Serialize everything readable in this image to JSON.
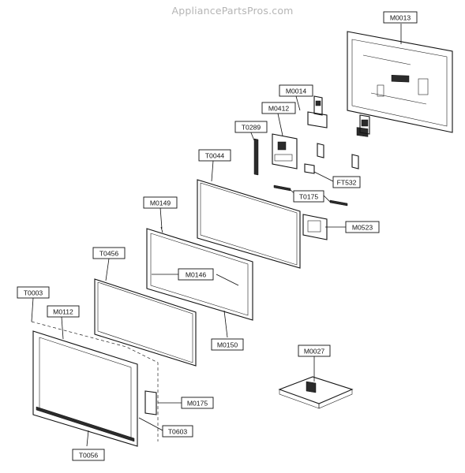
{
  "watermark": "AppliancePartsPros.com",
  "parts": {
    "M0013": "M0013",
    "M0014": "M0014",
    "M0412": "M0412",
    "T0289": "T0289",
    "T0044": "T0044",
    "FT532": "FT532",
    "T0175": "T0175",
    "M0149": "M0149",
    "M0523": "M0523",
    "T0456": "T0456",
    "M0146": "M0146",
    "T0003": "T0003",
    "M0112": "M0112",
    "M0150": "M0150",
    "M0027": "M0027",
    "M0175": "M0175",
    "T0603": "T0603",
    "T0056": "T0056"
  }
}
